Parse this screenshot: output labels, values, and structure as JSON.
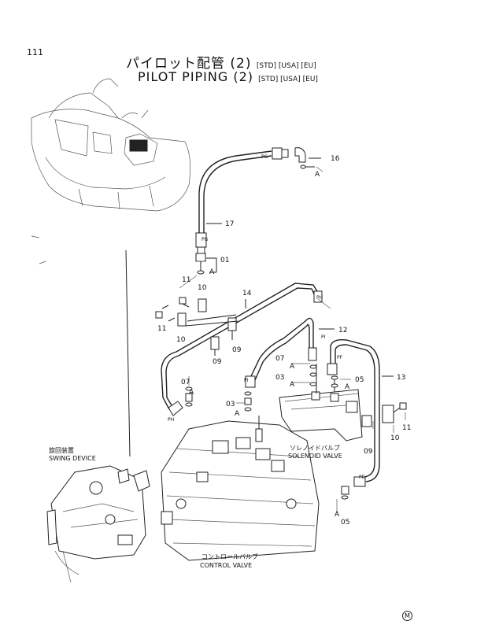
{
  "page_number": "111",
  "title": {
    "jp": "パイロット配管 (2)",
    "en": "PILOT PIPING (2)",
    "tags": "[STD] [USA] [EU]"
  },
  "callouts": {
    "c01": "01",
    "c03": "03",
    "c05a": "05",
    "c05b": "05",
    "c07a": "07",
    "c07b": "07",
    "c09a": "09",
    "c09b": "09",
    "c09c": "09",
    "c10a": "10",
    "c10b": "10",
    "c10c": "10",
    "c11a": "11",
    "c11b": "11",
    "c11c": "11",
    "c12": "12",
    "c13": "13",
    "c14": "14",
    "c16": "16",
    "c17": "17"
  },
  "ref_letter": "A",
  "port_labels": {
    "pg": "PG",
    "ph": "PH",
    "pi": "PI",
    "pf": "PF",
    "pe": "PE"
  },
  "captions": {
    "swing_jp": "旋回装置",
    "swing_en": "SWING DEVICE",
    "solenoid_jp": "ソレノイドバルブ",
    "solenoid_en": "SOLENOID VALVE",
    "control_jp": "コントロールバルブ",
    "control_en": "CONTROL VALVE"
  },
  "logo": "M"
}
